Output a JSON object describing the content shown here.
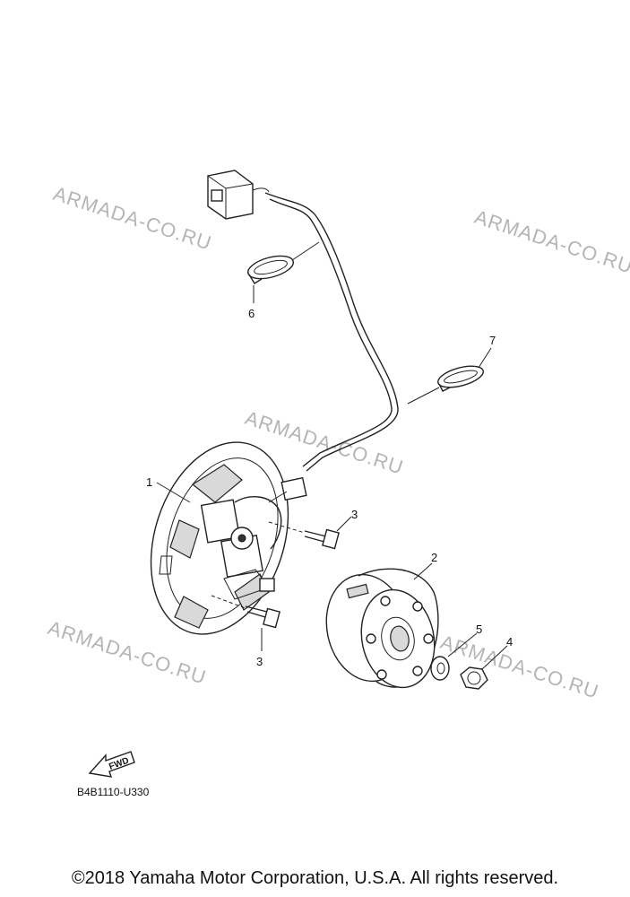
{
  "watermarks": [
    "ARMADA-CO.RU",
    "ARMADA-CO.RU",
    "ARMADA-CO.RU",
    "ARMADA-CO.RU",
    "ARMADA-CO.RU"
  ],
  "callouts": {
    "stator": "1",
    "rotor": "2",
    "bolt_upper": "3",
    "bolt_lower": "3",
    "nut": "4",
    "washer": "5",
    "clamp_left": "6",
    "clamp_right": "7"
  },
  "fwd_label": "FWD",
  "diagram_code": "B4B1110-U330",
  "copyright": "©2018 Yamaha Motor Corporation, U.S.A. All rights reserved."
}
